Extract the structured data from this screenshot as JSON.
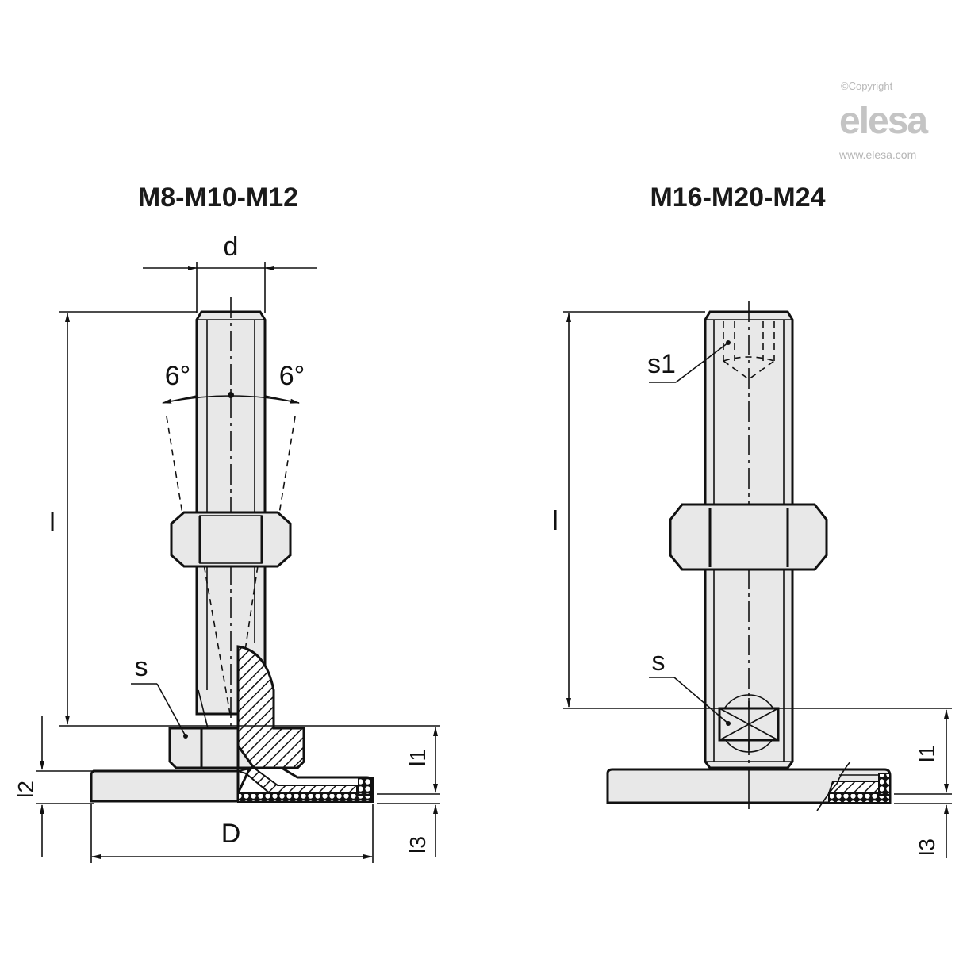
{
  "watermark": {
    "copyright": "©Copyright",
    "brand": "elesa",
    "url": "www.elesa.com",
    "color": "#c4c4c4"
  },
  "views": [
    {
      "title": "M8-M10-M12",
      "labels": {
        "d": "d",
        "angle_left": "6°",
        "angle_right": "6°",
        "l": "l",
        "s": "s",
        "l1": "l1",
        "l2": "l2",
        "l3": "l3",
        "D": "D"
      }
    },
    {
      "title": "M16-M20-M24",
      "labels": {
        "s1": "s1",
        "l": "l",
        "s": "s",
        "l1": "l1",
        "l3": "l3"
      }
    }
  ],
  "colors": {
    "line": "#111111",
    "part_fill": "#e8e8e8",
    "background": "#ffffff"
  }
}
